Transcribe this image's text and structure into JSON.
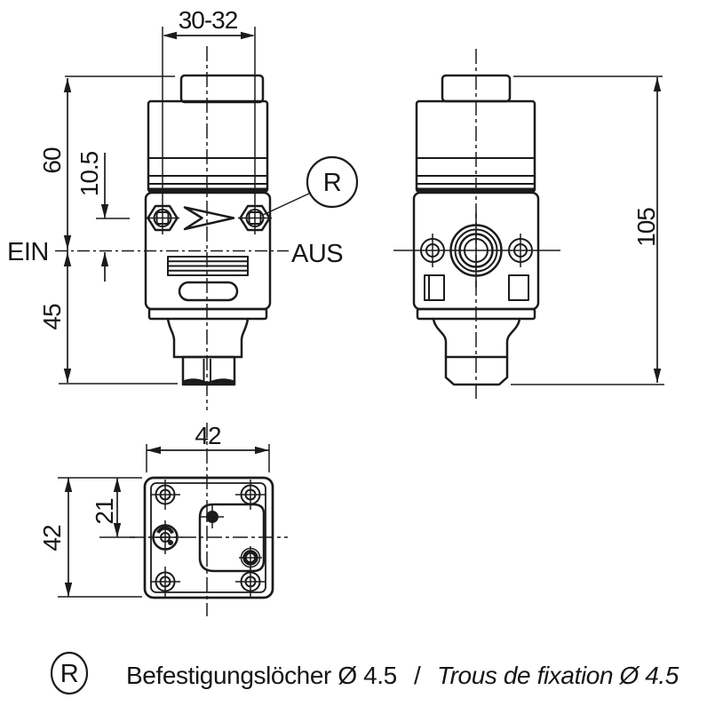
{
  "front_view": {
    "dim_top_width": "30-32",
    "dim_height_upper": "60",
    "dim_screw_offset": "10.5",
    "dim_height_lower": "45",
    "label_inlet": "EIN",
    "label_outlet": "AUS",
    "callout": "R"
  },
  "side_view": {
    "dim_total_height": "105"
  },
  "bottom_view": {
    "dim_width": "42",
    "dim_depth": "42",
    "dim_hole_offset": "21"
  },
  "legend": {
    "symbol": "R",
    "label_de": "Befestigungslöcher Ø 4.5",
    "separator": "/",
    "label_fr": "Trous de fixation Ø 4.5"
  },
  "colors": {
    "line": "#1b1b1b",
    "background": "#ffffff"
  }
}
